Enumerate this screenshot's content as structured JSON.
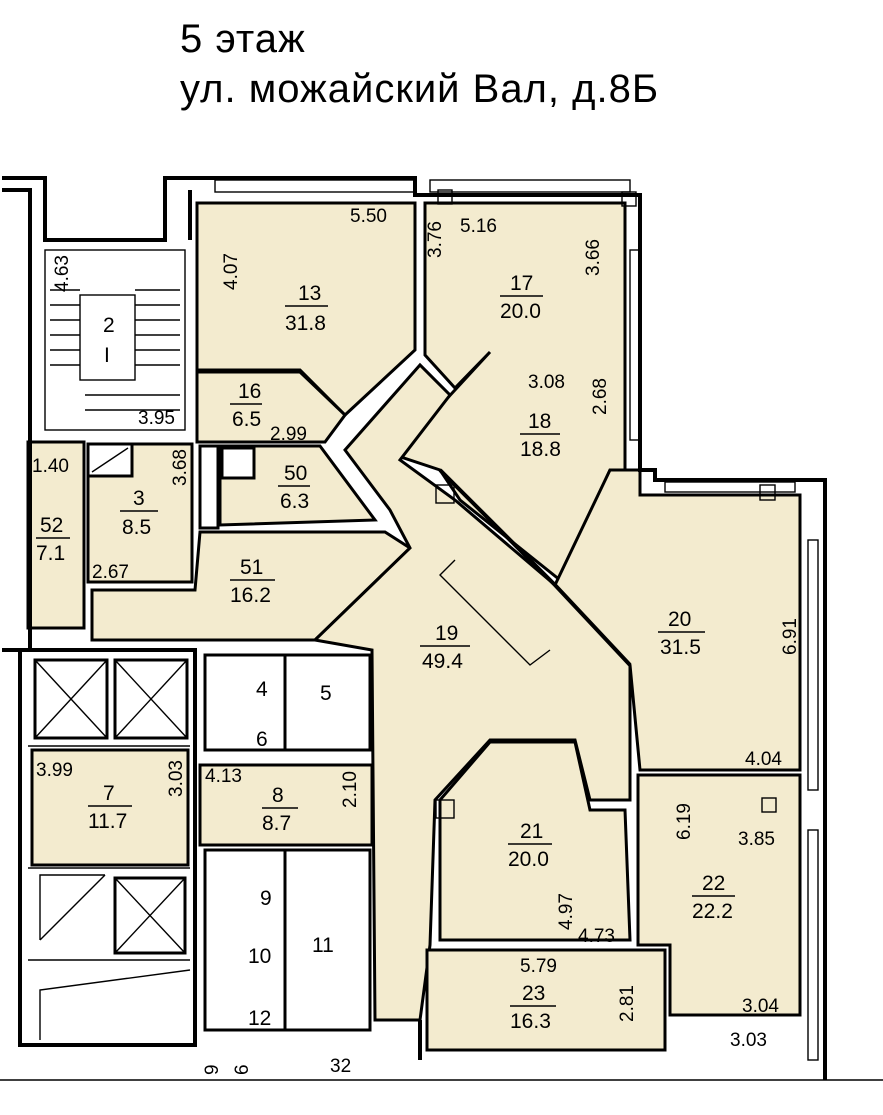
{
  "header": {
    "floor": "5 этаж",
    "address": "ул. можайский Вал, д.8Б"
  },
  "colors": {
    "room_fill": "#f3ebcf",
    "wall": "#000000",
    "background": "#ffffff"
  },
  "rooms": [
    {
      "id": "13",
      "area": "31.8"
    },
    {
      "id": "17",
      "area": "20.0"
    },
    {
      "id": "16",
      "area": "6.5"
    },
    {
      "id": "18",
      "area": "18.8"
    },
    {
      "id": "50",
      "area": "6.3"
    },
    {
      "id": "3",
      "area": "8.5"
    },
    {
      "id": "52",
      "area": "7.1"
    },
    {
      "id": "51",
      "area": "16.2"
    },
    {
      "id": "19",
      "area": "49.4"
    },
    {
      "id": "20",
      "area": "31.5"
    },
    {
      "id": "7",
      "area": "11.7"
    },
    {
      "id": "8",
      "area": "8.7"
    },
    {
      "id": "21",
      "area": "20.0"
    },
    {
      "id": "22",
      "area": "22.2"
    },
    {
      "id": "23",
      "area": "16.3"
    }
  ],
  "room_numbers": [
    "2",
    "I",
    "4",
    "5",
    "6",
    "9",
    "10",
    "11",
    "12"
  ],
  "dimensions": [
    "5.50",
    "3.76",
    "5.16",
    "3.66",
    "4.07",
    "4.63",
    "3.95",
    "3.08",
    "2.68",
    "2.99",
    "3.68",
    "1.40",
    "2.67",
    "6.91",
    "3.99",
    "3.03",
    "4.13",
    "2.10",
    "4.04",
    "6.19",
    "3.85",
    "4.97",
    "4.73",
    "5.79",
    "2.81",
    "3.04",
    "3.03"
  ],
  "edge_labels": [
    "9",
    "6",
    "32"
  ]
}
